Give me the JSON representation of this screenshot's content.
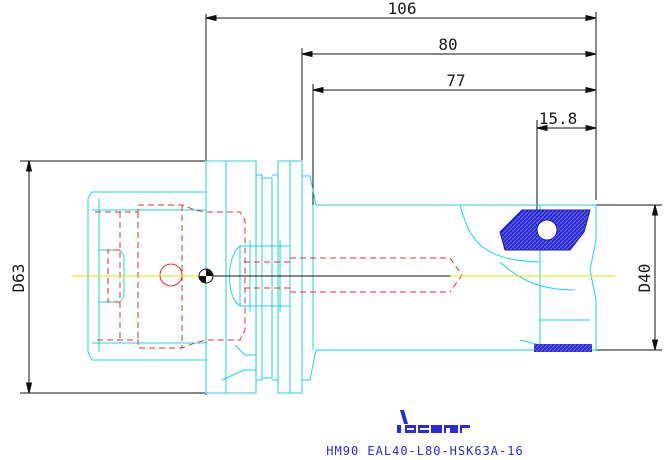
{
  "dimensions": {
    "overall_length": "106",
    "length_80": "80",
    "length_77": "77",
    "insert_offset": "15.8",
    "flange_diameter": "D63",
    "body_diameter": "D40"
  },
  "logo": {
    "text": "iscar"
  },
  "caption": "HM90 EAL40-L80-HSK63A-16",
  "colors": {
    "outline": "#22d3e0",
    "hidden_red": "#e0302c",
    "centerline": "#e6e600",
    "dimension": "#111111",
    "insert_fill": "#2222cc",
    "caption": "#2a2ad8"
  }
}
